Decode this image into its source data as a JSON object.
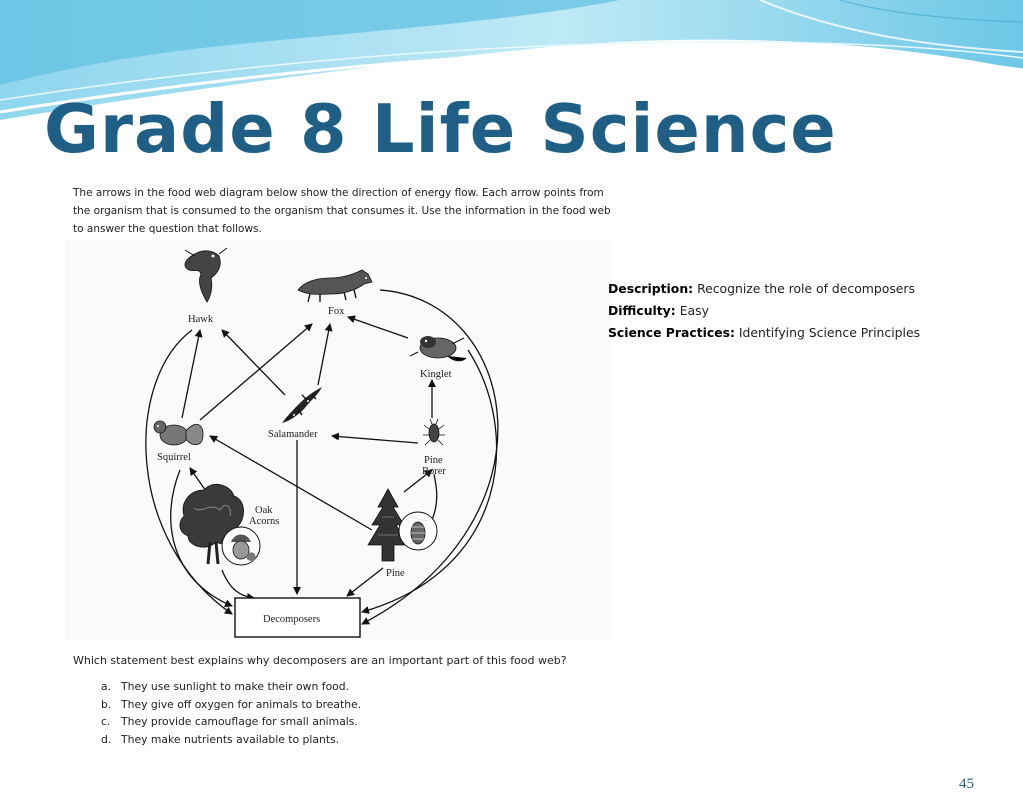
{
  "slide": {
    "title": "Grade 8 Life Science",
    "page_number": "45"
  },
  "intro": {
    "lines": [
      "The arrows in the food web diagram below show the direction of energy flow.  Each arrow points from",
      "the organism that is consumed to the organism that consumes it.  Use the information in the food web",
      "to answer the question that follows."
    ]
  },
  "food_web": {
    "nodes": {
      "hawk": "Hawk",
      "fox": "Fox",
      "kinglet": "Kinglet",
      "salamander": "Salamander",
      "squirrel": "Squirrel",
      "pine_borer_1": "Pine",
      "pine_borer_2": "Borer",
      "oak_acorns_1": "Oak",
      "oak_acorns_2": "Acorns",
      "pine": "Pine",
      "decomposers": "Decomposers"
    },
    "icons": {
      "hawk": "hawk-icon",
      "fox": "fox-icon",
      "kinglet": "kinglet-icon",
      "salamander": "salamander-icon",
      "squirrel": "squirrel-icon",
      "pine_borer": "beetle-icon",
      "oak": "oak-tree-icon",
      "acorn": "acorn-icon",
      "pine": "pine-tree-icon",
      "pinecone": "pinecone-icon"
    },
    "edges": [
      {
        "from": "squirrel",
        "to": "hawk"
      },
      {
        "from": "squirrel",
        "to": "fox"
      },
      {
        "from": "salamander",
        "to": "hawk"
      },
      {
        "from": "salamander",
        "to": "fox"
      },
      {
        "from": "kinglet",
        "to": "fox"
      },
      {
        "from": "pine_borer",
        "to": "kinglet"
      },
      {
        "from": "pine_borer",
        "to": "salamander"
      },
      {
        "from": "pine",
        "to": "pine_borer"
      },
      {
        "from": "pine",
        "to": "squirrel"
      },
      {
        "from": "oak_acorns",
        "to": "squirrel"
      },
      {
        "from": "hawk",
        "to": "decomposers"
      },
      {
        "from": "squirrel",
        "to": "decomposers"
      },
      {
        "from": "oak_acorns",
        "to": "decomposers"
      },
      {
        "from": "salamander",
        "to": "decomposers"
      },
      {
        "from": "pine",
        "to": "decomposers"
      },
      {
        "from": "kinglet",
        "to": "decomposers"
      },
      {
        "from": "fox",
        "to": "decomposers"
      }
    ]
  },
  "meta": {
    "description_label": "Description:",
    "description": "Recognize the role of decomposers",
    "difficulty_label": "Difficulty:",
    "difficulty": "Easy",
    "practices_label": "Science Practices:",
    "practices": "Identifying Science Principles"
  },
  "question": {
    "stem": "Which statement best explains why decomposers are an important part of this food web?",
    "choices": [
      {
        "letter": "a.",
        "text": "They use sunlight to make their own food."
      },
      {
        "letter": "b.",
        "text": "They give off oxygen for animals to breathe."
      },
      {
        "letter": "c.",
        "text": "They provide camouflage for small animals."
      },
      {
        "letter": "d.",
        "text": "They make nutrients available to plants."
      }
    ]
  },
  "colors": {
    "title": "#1f5f86",
    "wave_light": "#bfe8f5",
    "wave_dark": "#4fb7dc",
    "text": "#222222"
  }
}
